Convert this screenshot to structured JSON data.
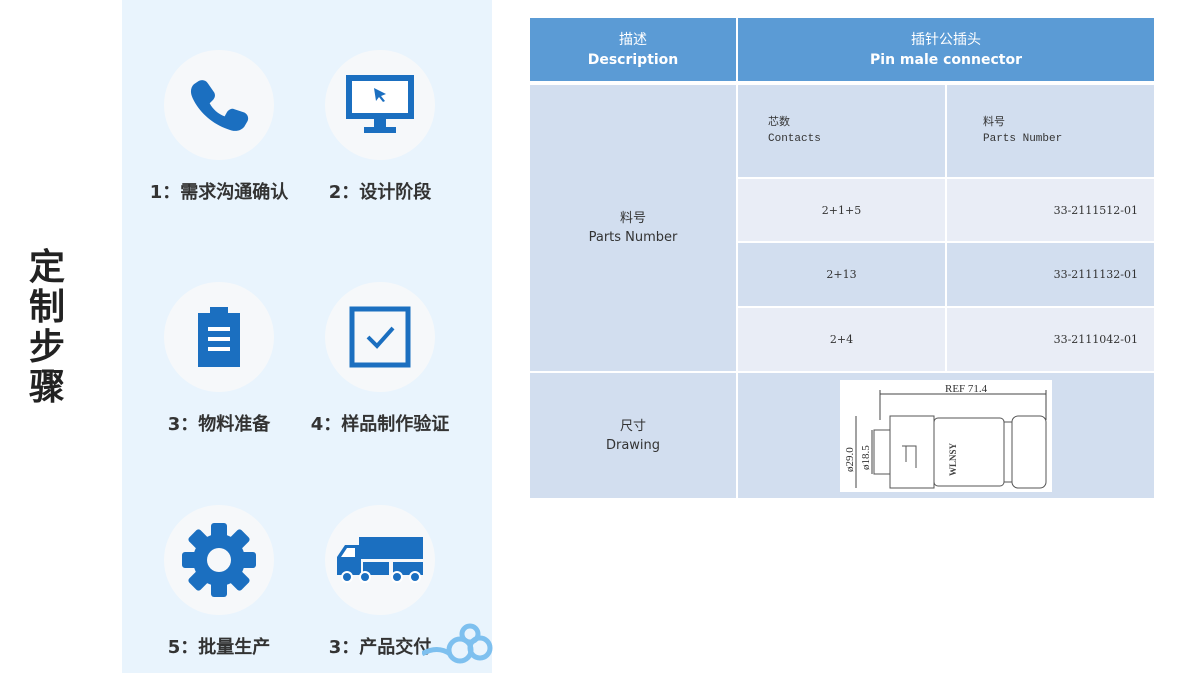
{
  "page_title": "定制步骤",
  "steps": [
    {
      "label": "1：需求沟通确认",
      "icon": "phone-icon"
    },
    {
      "label": "2：设计阶段",
      "icon": "monitor-icon"
    },
    {
      "label": "3：物料准备",
      "icon": "clipboard-icon"
    },
    {
      "label": "4：样品制作验证",
      "icon": "checkbox-icon"
    },
    {
      "label": "5：批量生产",
      "icon": "gear-icon"
    },
    {
      "label": "3：产品交付",
      "icon": "truck-icon"
    }
  ],
  "table": {
    "header": {
      "desc_cn": "描述",
      "desc_en": "Description",
      "product_cn": "插针公插头",
      "product_en": "Pin male connector"
    },
    "parts_label_cn": "料号",
    "parts_label_en": "Parts Number",
    "sub_header": {
      "contacts_cn": "芯数",
      "contacts_en": "Contacts",
      "parts_cn": "料号",
      "parts_en": "Parts Number"
    },
    "rows": [
      {
        "contacts": "2+1+5",
        "part": "33-2111512-01"
      },
      {
        "contacts": "2+13",
        "part": "33-2111132-01"
      },
      {
        "contacts": "2+4",
        "part": "33-2111042-01"
      }
    ],
    "drawing_label_cn": "尺寸",
    "drawing_label_en": "Drawing",
    "drawing": {
      "ref": "REF 71.4",
      "d1": "ø29.0",
      "d2": "ø18.5",
      "brand": "WLNSY"
    }
  },
  "colors": {
    "icon_blue": "#1b6fc0",
    "header_blue": "#5b9bd5",
    "panel_bg": "#e9f4fd"
  }
}
